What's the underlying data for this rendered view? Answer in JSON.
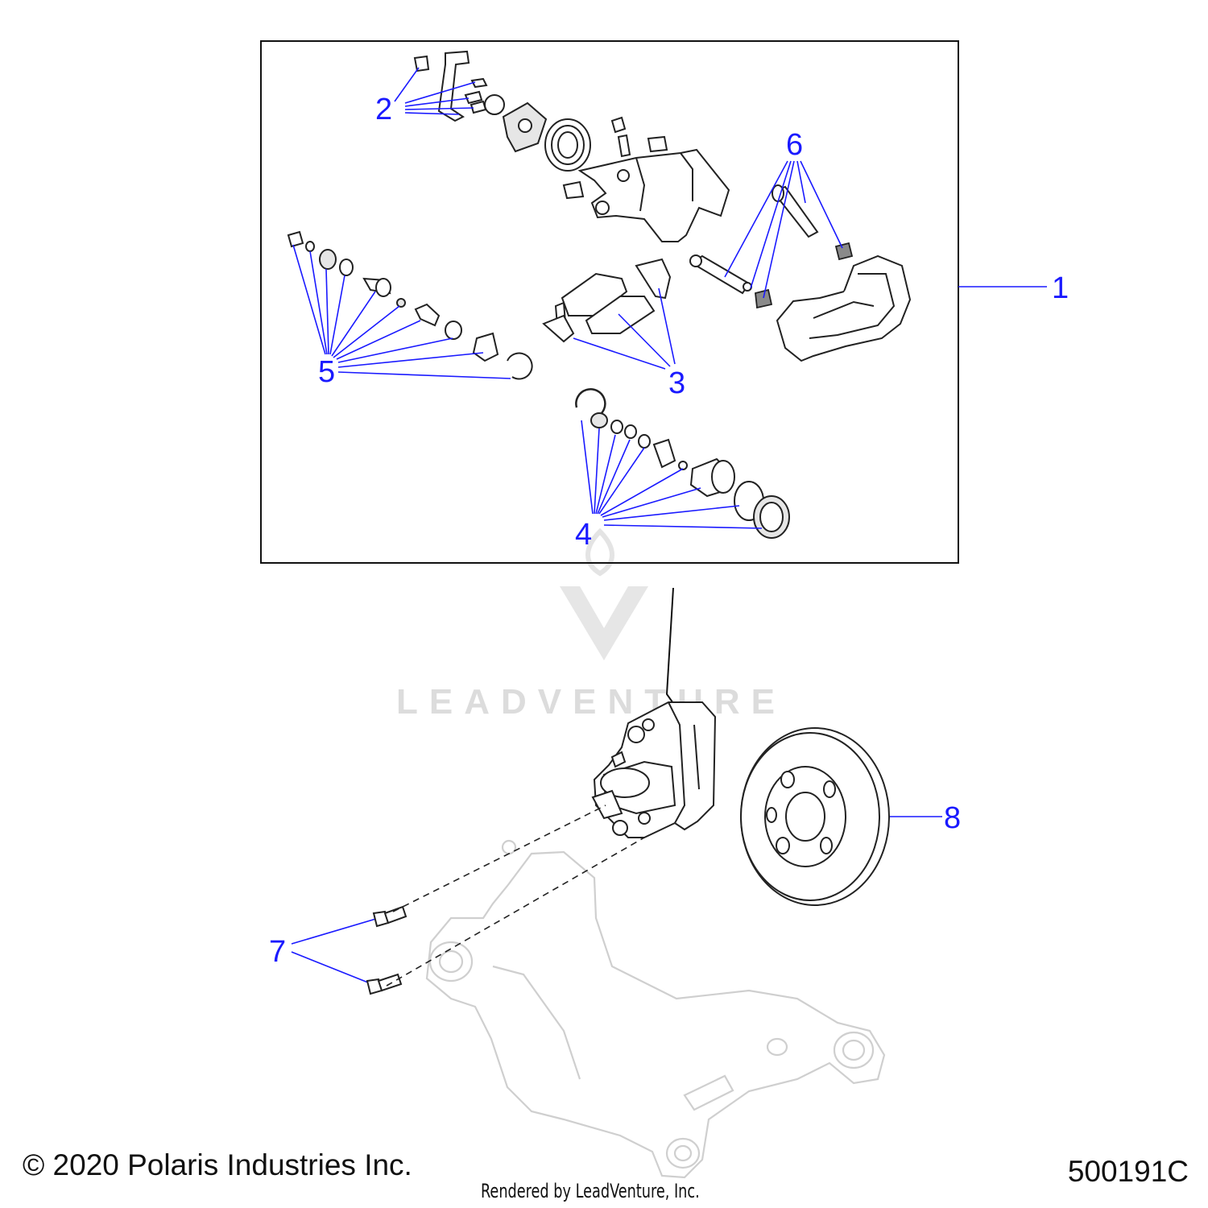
{
  "callouts": {
    "c1": "1",
    "c2": "2",
    "c3": "3",
    "c4": "4",
    "c5": "5",
    "c6": "6",
    "c7": "7",
    "c8": "8"
  },
  "watermark": {
    "text": "LEADVENTURE"
  },
  "footer": {
    "copyright": "© 2020 Polaris Industries Inc.",
    "part_number": "500191C",
    "rendered_by": "Rendered by LeadVenture, Inc."
  },
  "colors": {
    "callout": "#1a1aff",
    "watermark": "#dcdcdc",
    "outline": "#222222"
  }
}
